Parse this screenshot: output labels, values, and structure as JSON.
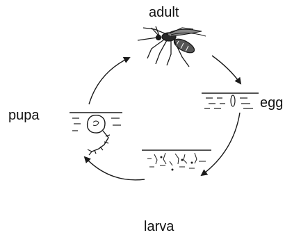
{
  "stages": {
    "adult": "adult",
    "egg": "egg",
    "larva": "larva",
    "pupa": "pupa"
  },
  "icons": {
    "adult": "mosquito-icon",
    "egg": "egg-on-water-icon",
    "larva": "larvae-in-water-icon",
    "pupa": "pupa-in-water-icon"
  },
  "colors": {
    "ink": "#1a1a1a",
    "background": "#ffffff"
  }
}
